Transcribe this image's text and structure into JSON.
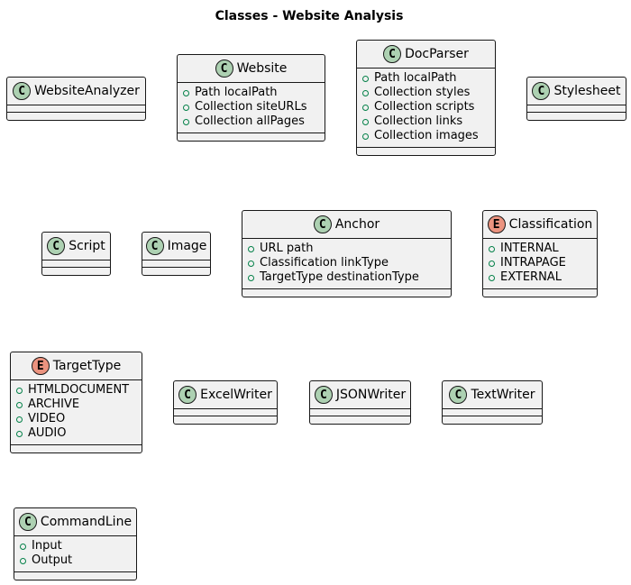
{
  "title": "Classes - Website Analysis",
  "classes": [
    {
      "name": "WebsiteAnalyzer",
      "stereotype": "C",
      "members": []
    },
    {
      "name": "Website",
      "stereotype": "C",
      "members": [
        "Path localPath",
        "Collection siteURLs",
        "Collection allPages"
      ]
    },
    {
      "name": "DocParser",
      "stereotype": "C",
      "members": [
        "Path localPath",
        "Collection styles",
        "Collection scripts",
        "Collection links",
        "Collection images"
      ]
    },
    {
      "name": "Stylesheet",
      "stereotype": "C",
      "members": []
    },
    {
      "name": "Script",
      "stereotype": "C",
      "members": []
    },
    {
      "name": "Image",
      "stereotype": "C",
      "members": []
    },
    {
      "name": "Anchor",
      "stereotype": "C",
      "members": [
        "URL path",
        "Classification linkType",
        "TargetType destinationType"
      ]
    },
    {
      "name": "Classification",
      "stereotype": "E",
      "members": [
        "INTERNAL",
        "INTRAPAGE",
        "EXTERNAL"
      ]
    },
    {
      "name": "TargetType",
      "stereotype": "E",
      "members": [
        "HTMLDOCUMENT",
        "ARCHIVE",
        "VIDEO",
        "AUDIO"
      ]
    },
    {
      "name": "ExcelWriter",
      "stereotype": "C",
      "members": []
    },
    {
      "name": "JSONWriter",
      "stereotype": "C",
      "members": []
    },
    {
      "name": "TextWriter",
      "stereotype": "C",
      "members": []
    },
    {
      "name": "CommandLine",
      "stereotype": "C",
      "members": [
        "Input",
        "Output"
      ]
    }
  ],
  "colors": {
    "class_glyph": "#add1b2",
    "enum_glyph": "#eb937f",
    "box_fill": "#f1f1f1",
    "border": "#181818",
    "member_bullet": "#038048"
  }
}
